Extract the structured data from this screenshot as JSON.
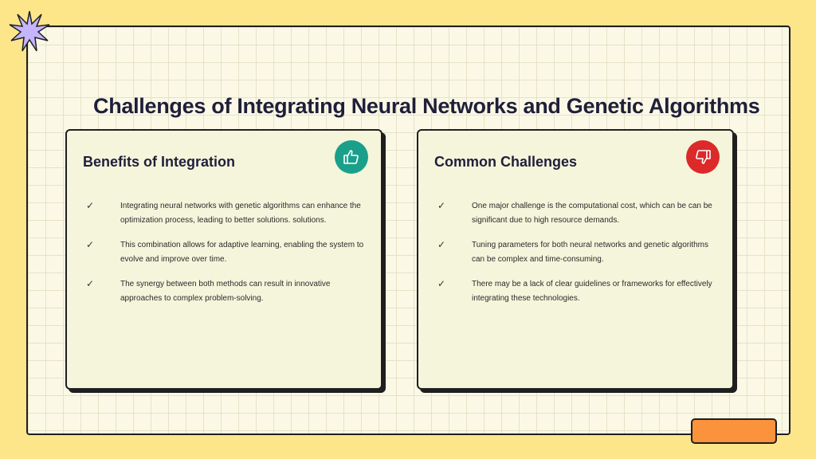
{
  "slide": {
    "title": "Challenges of Integrating Neural Networks and Genetic Algorithms"
  },
  "benefits": {
    "heading": "Benefits of Integration",
    "icon": "thumbs-up-icon",
    "items": [
      {
        "mark": "✓",
        "text": "Integrating neural networks with genetic algorithms can enhance the optimization process, leading to better solutions. solutions."
      },
      {
        "mark": "✓",
        "text": "This combination allows for adaptive learning, enabling the system to evolve and improve over time."
      },
      {
        "mark": "✓",
        "text": "The synergy between both methods can result in innovative approaches to complex problem-solving."
      }
    ]
  },
  "challenges": {
    "heading": "Common Challenges",
    "icon": "thumbs-down-icon",
    "items": [
      {
        "mark": "✓",
        "text": "One major challenge is the computational cost, which can be can be significant due to high resource demands."
      },
      {
        "mark": "✓",
        "text": "Tuning parameters for both neural networks and genetic algorithms can be complex and time-consuming."
      },
      {
        "mark": "✓",
        "text": "There may be a lack of clear guidelines or frameworks for effectively integrating these technologies."
      }
    ]
  },
  "colors": {
    "background": "#fde68a",
    "accent_teal": "#1aa08a",
    "accent_red": "#dc2a2a",
    "accent_orange": "#fb923c",
    "burst_lavender": "#c4b5fd"
  }
}
